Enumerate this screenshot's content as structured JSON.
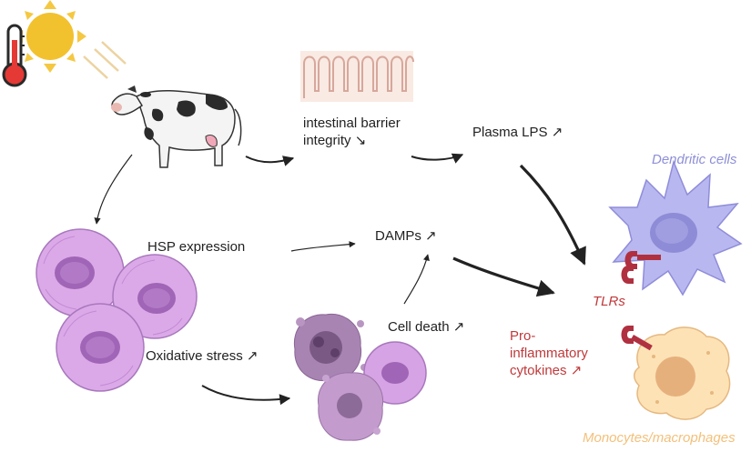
{
  "labels": {
    "intestinal_barrier": "intestinal barrier integrity ↘",
    "plasma_lps": "Plasma LPS ↗",
    "hsp_expression": "HSP expression",
    "damps": "DAMPs ↗",
    "oxidative_stress": "Oxidative stress ↗",
    "cell_death": "Cell death ↗",
    "dendritic_cells": "Dendritic cells",
    "tlrs": "TLRs",
    "pro_inflammatory": "Pro-inflammatory cytokines ↗",
    "monocytes": "Monocytes/macrophages"
  },
  "colors": {
    "cell_fill": "#d9a6e6",
    "cell_stroke": "#a56fb8",
    "nucleus": "#9b5fb0",
    "dendritic": "#b7b6ef",
    "dendritic_nucleus": "#8e8cd6",
    "monocyte": "#fbe0b3",
    "monocyte_nucleus": "#e5b27d",
    "tlr": "#b03040",
    "label_red": "#c0393b",
    "label_blue": "#8d8fd6",
    "label_orange": "#f3c07a"
  },
  "icons": [
    "sun-icon",
    "thermometer-icon",
    "cow-icon",
    "intestinal-villi-icon"
  ]
}
